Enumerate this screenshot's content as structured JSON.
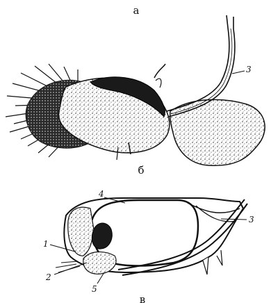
{
  "panels": [
    {
      "letter": "а"
    },
    {
      "letter": "б"
    },
    {
      "letter": "в"
    }
  ],
  "callouts": {
    "top_3": "3",
    "bottom_1": "1",
    "bottom_2": "2",
    "bottom_3": "3",
    "bottom_4": "4",
    "bottom_5": "5"
  }
}
